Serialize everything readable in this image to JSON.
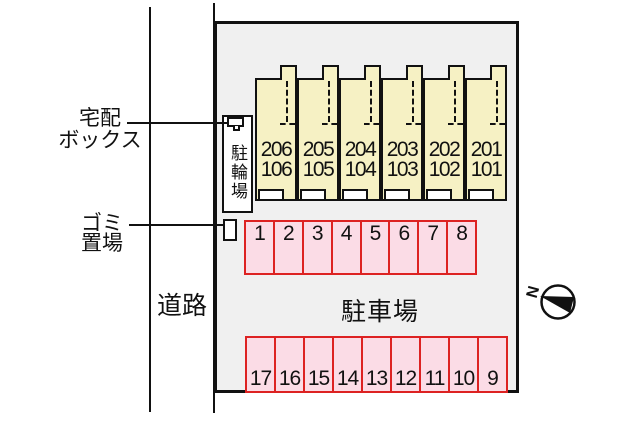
{
  "site": {
    "road_label": "道路",
    "parking_area_label": "駐車場",
    "bicycle_parking_label": "駐輪場",
    "delivery_box_label_lines": [
      "宅配",
      "ボックス"
    ],
    "garbage_area_label_lines": [
      "ゴミ",
      "置場"
    ],
    "compass_north_label": "N"
  },
  "building": {
    "units": [
      {
        "upper": "206",
        "lower": "106"
      },
      {
        "upper": "205",
        "lower": "105"
      },
      {
        "upper": "204",
        "lower": "104"
      },
      {
        "upper": "203",
        "lower": "103"
      },
      {
        "upper": "202",
        "lower": "102"
      },
      {
        "upper": "201",
        "lower": "101"
      }
    ]
  },
  "parking": {
    "top_row_spaces": [
      "1",
      "2",
      "3",
      "4",
      "5",
      "6",
      "7",
      "8"
    ],
    "bottom_row_spaces": [
      "17",
      "16",
      "15",
      "14",
      "13",
      "12",
      "11",
      "10",
      "9"
    ]
  },
  "colors": {
    "unit_fill": "#f6f1c4",
    "line_color": "#111111",
    "parking_fill": "#fbdce6",
    "parking_border": "#dd2222",
    "site_fill": "#f0f0f0",
    "box_fill": "#ffffff"
  }
}
